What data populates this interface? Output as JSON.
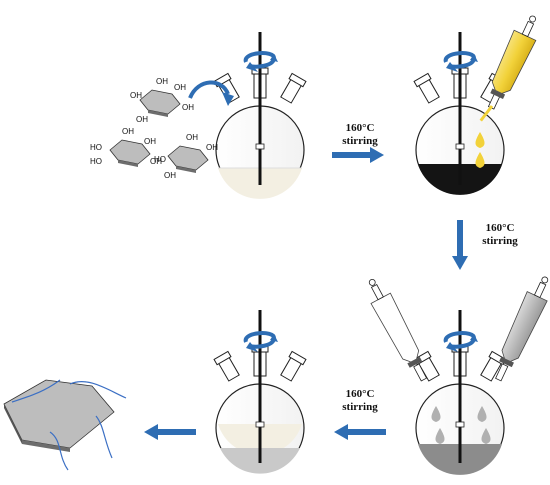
{
  "steps": [
    {
      "temp": "160°C",
      "action": "stirring"
    },
    {
      "temp": "160°C",
      "action": "stirring"
    },
    {
      "temp": "160°C",
      "action": "stirring"
    }
  ],
  "sugar_label": "OH",
  "sugar_label_left": "HO",
  "colors": {
    "arrow_blue": "#2e6db3",
    "yellow_funnel": "#f2d23a",
    "dark_liquid": "#141414",
    "light_liquid": "#f3efe2",
    "grey_liquid": "#8c8c8c",
    "sheet_grey": "#bdbdbd",
    "wire_blue": "#3b6fc4"
  },
  "icons": [
    "rotation-arrow-icon",
    "curved-arrow-icon",
    "process-arrow-icon"
  ]
}
